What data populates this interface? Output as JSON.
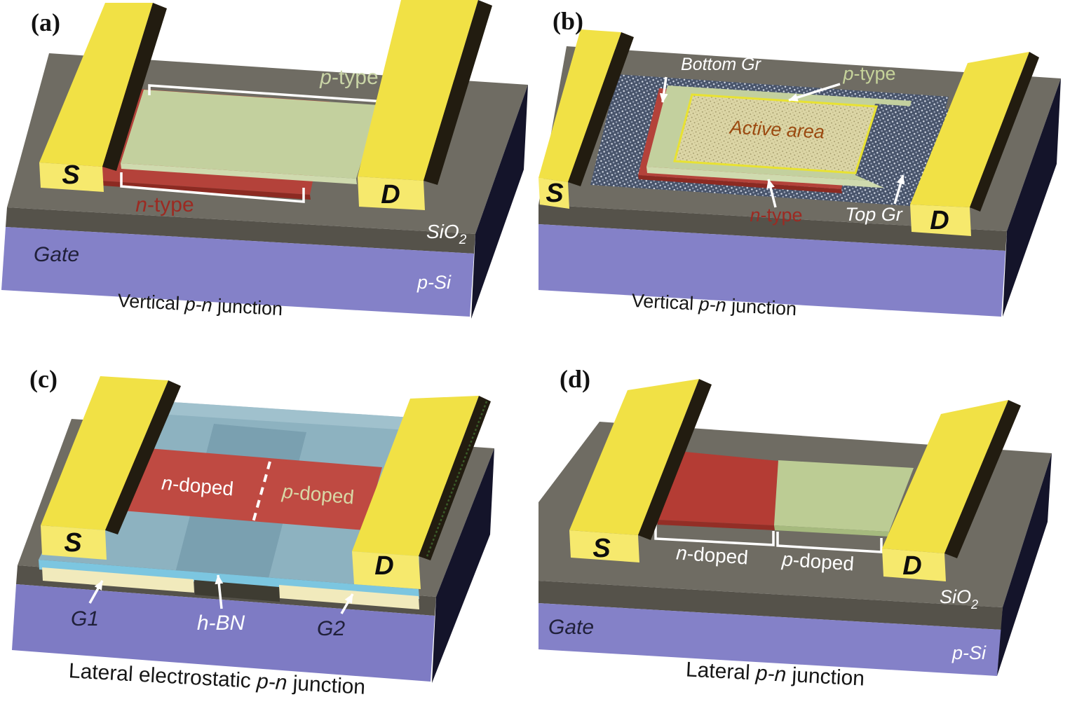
{
  "palette": {
    "background": "#ffffff",
    "electrode_top": "#f1e145",
    "electrode_front": "#f6e96d",
    "electrode_side": "#221c10",
    "oxide_gray_top": "#6f6c63",
    "oxide_gray_front": "#55524a",
    "substrate_purple": "#8481c8",
    "substrate_side_navy": "#14142a",
    "n_type_red": "#b4423a",
    "n_type_red_edge": "#8c2a22",
    "p_type_green": "#c3d09e",
    "p_type_green_edge": "#cfdaae",
    "graphene_hatch_base": "#47536a",
    "graphene_hatch_dot": "#d4dae6",
    "active_area_fill": "#dcd6a6",
    "active_area_border": "#e8e232",
    "hbn_blue": "#8db2c0",
    "hbn_front_edge_cyan": "#7cc6e0",
    "gate_finger_cream": "#f1eabc",
    "label_white": "#ffffff",
    "label_n_red": "#9c2a22",
    "label_p_green": "#c9d4a6",
    "label_dark_navy": "#20203a",
    "label_active_brown": "#9b4a10",
    "caption_black": "#161616"
  },
  "panels": {
    "a": {
      "tag": "(a)",
      "source": "S",
      "drain": "D",
      "p_type": {
        "i": "p",
        "rest": "-type"
      },
      "n_type": {
        "i": "n",
        "rest": "-type"
      },
      "sio2": {
        "main": "SiO",
        "sub": "2"
      },
      "gate": "Gate",
      "p_si": "p-Si",
      "caption": {
        "pre": "Vertical ",
        "i": "p-n",
        "post": " junction"
      }
    },
    "b": {
      "tag": "(b)",
      "source": "S",
      "drain": "D",
      "bottom_gr": "Bottom Gr",
      "top_gr": "Top Gr",
      "p_type": {
        "i": "p",
        "rest": "-type"
      },
      "n_type": {
        "i": "n",
        "rest": "-type"
      },
      "active_area": "Active area",
      "caption": {
        "pre": "Vertical ",
        "i": "p-n",
        "post": " junction"
      }
    },
    "c": {
      "tag": "(c)",
      "source": "S",
      "drain": "D",
      "n_doped": {
        "i": "n",
        "rest": "-doped"
      },
      "p_doped": {
        "i": "p",
        "rest": "-doped"
      },
      "g1": "G1",
      "g2": "G2",
      "hbn": "h-BN",
      "caption": {
        "pre": "Lateral electrostatic ",
        "i": "p-n",
        "post": " junction"
      }
    },
    "d": {
      "tag": "(d)",
      "source": "S",
      "drain": "D",
      "n_doped": {
        "i": "n",
        "rest": "-doped"
      },
      "p_doped": {
        "i": "p",
        "rest": "-doped"
      },
      "sio2": {
        "main": "SiO",
        "sub": "2"
      },
      "gate": "Gate",
      "p_si": "p-Si",
      "caption": {
        "pre": "Lateral ",
        "i": "p-n",
        "post": " junction"
      }
    }
  }
}
